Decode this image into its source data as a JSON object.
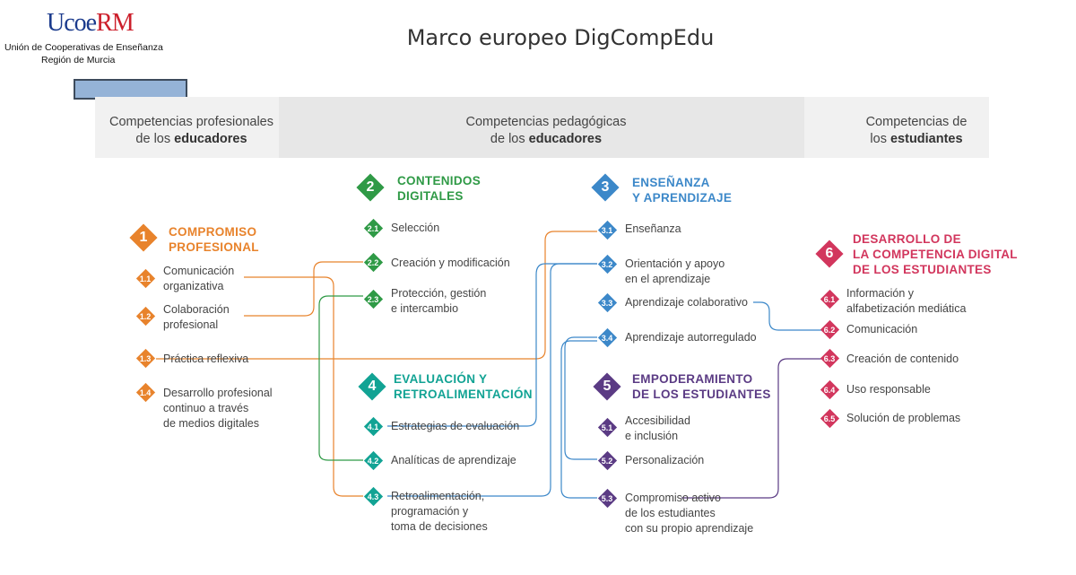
{
  "logo": {
    "mark_a": "Ucoe",
    "mark_b": "RM",
    "line1": "Unión de Cooperativas de Enseñanza",
    "line2": "Región de Murcia"
  },
  "title": "Marco europeo DigCompEdu",
  "bands": {
    "left": {
      "line1": "Competencias profesionales",
      "line2_pre": "de los ",
      "line2_bold": "educadores"
    },
    "middle": {
      "line1": "Competencias pedagógicas",
      "line2_pre": "de los ",
      "line2_bold": "educadores"
    },
    "right": {
      "line1": "Competencias de",
      "line2_pre": "los ",
      "line2_bold": "estudiantes"
    }
  },
  "colors": {
    "orange": "#e8832c",
    "green": "#2f9a46",
    "blue": "#3c88c9",
    "teal": "#12a394",
    "purple": "#5b3b84",
    "red": "#d2365d"
  },
  "areas": [
    {
      "num": "1",
      "color": "#e8832c",
      "heading": [
        "COMPROMISO",
        "PROFESIONAL"
      ],
      "items": [
        {
          "num": "1.1",
          "lines": [
            "Comunicación",
            "organizativa"
          ]
        },
        {
          "num": "1.2",
          "lines": [
            "Colaboración",
            "profesional"
          ]
        },
        {
          "num": "1.3",
          "lines": [
            "Práctica reflexiva"
          ]
        },
        {
          "num": "1.4",
          "lines": [
            "Desarrollo profesional",
            "continuo a través",
            "de medios digitales"
          ]
        }
      ]
    },
    {
      "num": "2",
      "color": "#2f9a46",
      "heading": [
        "CONTENIDOS",
        "DIGITALES"
      ],
      "items": [
        {
          "num": "2.1",
          "lines": [
            "Selección"
          ]
        },
        {
          "num": "2.2",
          "lines": [
            "Creación y modificación"
          ]
        },
        {
          "num": "2.3",
          "lines": [
            "Protección, gestión",
            "e intercambio"
          ]
        }
      ]
    },
    {
      "num": "3",
      "color": "#3c88c9",
      "heading": [
        "ENSEÑANZA",
        "Y APRENDIZAJE"
      ],
      "items": [
        {
          "num": "3.1",
          "lines": [
            "Enseñanza"
          ]
        },
        {
          "num": "3.2",
          "lines": [
            "Orientación y apoyo",
            "en el aprendizaje"
          ]
        },
        {
          "num": "3.3",
          "lines": [
            "Aprendizaje colaborativo"
          ]
        },
        {
          "num": "3.4",
          "lines": [
            "Aprendizaje autorregulado"
          ]
        }
      ]
    },
    {
      "num": "4",
      "color": "#12a394",
      "heading": [
        "EVALUACIÓN Y",
        "RETROALIMENTACIÓN"
      ],
      "items": [
        {
          "num": "4.1",
          "lines": [
            "Estrategias de evaluación"
          ]
        },
        {
          "num": "4.2",
          "lines": [
            "Analíticas de aprendizaje"
          ]
        },
        {
          "num": "4.3",
          "lines": [
            "Retroalimentación,",
            "programación y",
            "toma de decisiones"
          ]
        }
      ]
    },
    {
      "num": "5",
      "color": "#5b3b84",
      "heading": [
        "EMPODERAMIENTO",
        "DE LOS ESTUDIANTES"
      ],
      "items": [
        {
          "num": "5.1",
          "lines": [
            "Accesibilidad",
            "e inclusión"
          ]
        },
        {
          "num": "5.2",
          "lines": [
            "Personalización"
          ]
        },
        {
          "num": "5.3",
          "lines": [
            "Compromiso activo",
            "de los estudiantes",
            "con su propio aprendizaje"
          ]
        }
      ]
    },
    {
      "num": "6",
      "color": "#d2365d",
      "heading": [
        "DESARROLLO DE",
        "LA COMPETENCIA DIGITAL",
        "DE LOS ESTUDIANTES"
      ],
      "items": [
        {
          "num": "6.1",
          "lines": [
            "Información y",
            "alfabetización mediática"
          ]
        },
        {
          "num": "6.2",
          "lines": [
            "Comunicación"
          ]
        },
        {
          "num": "6.3",
          "lines": [
            "Creación de contenido"
          ]
        },
        {
          "num": "6.4",
          "lines": [
            "Uso responsable"
          ]
        },
        {
          "num": "6.5",
          "lines": [
            "Solución de problemas"
          ]
        }
      ]
    }
  ]
}
